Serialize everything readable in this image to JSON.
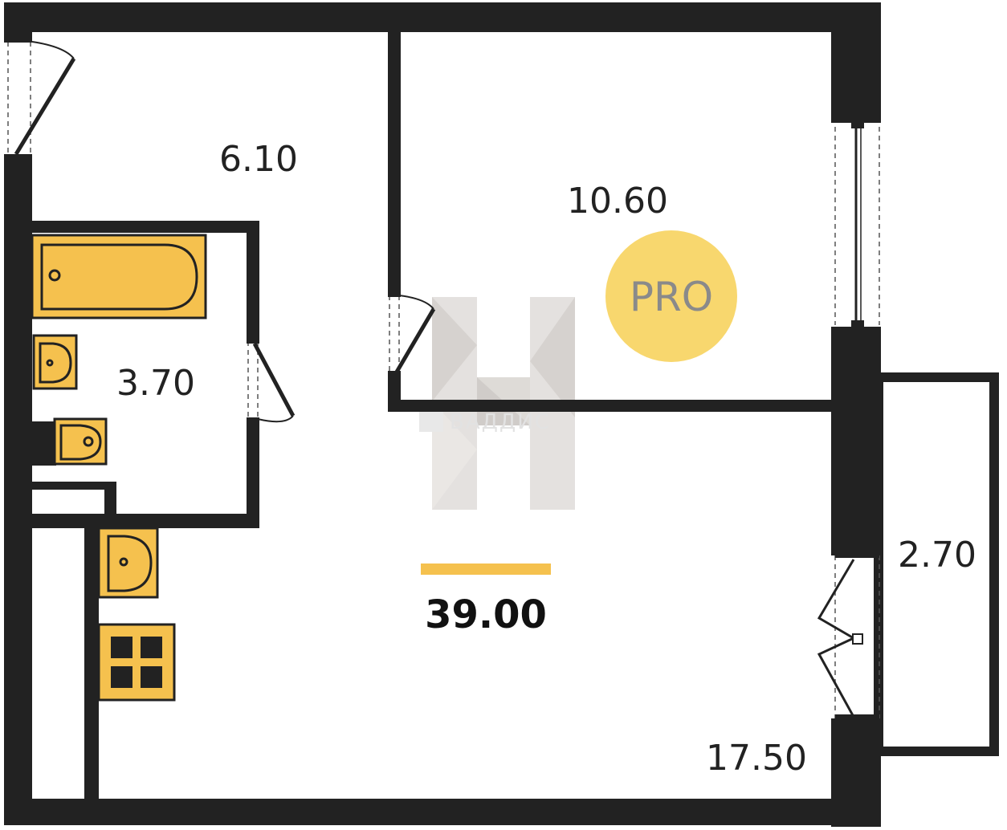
{
  "rooms": {
    "hall_area": "6.10",
    "bedroom_area": "10.60",
    "bathroom_area": "3.70",
    "balcony_area": "2.70",
    "living_area": "17.50"
  },
  "total": {
    "area": "39.00"
  },
  "badge": {
    "text": "PRO",
    "color": "#f8d76e"
  },
  "watermark": {
    "text": "ВАДДИС",
    "letter": "H"
  },
  "colors": {
    "wall": "#222222",
    "fixture": "#f5c14e",
    "accent_bar": "#f5c14e"
  }
}
